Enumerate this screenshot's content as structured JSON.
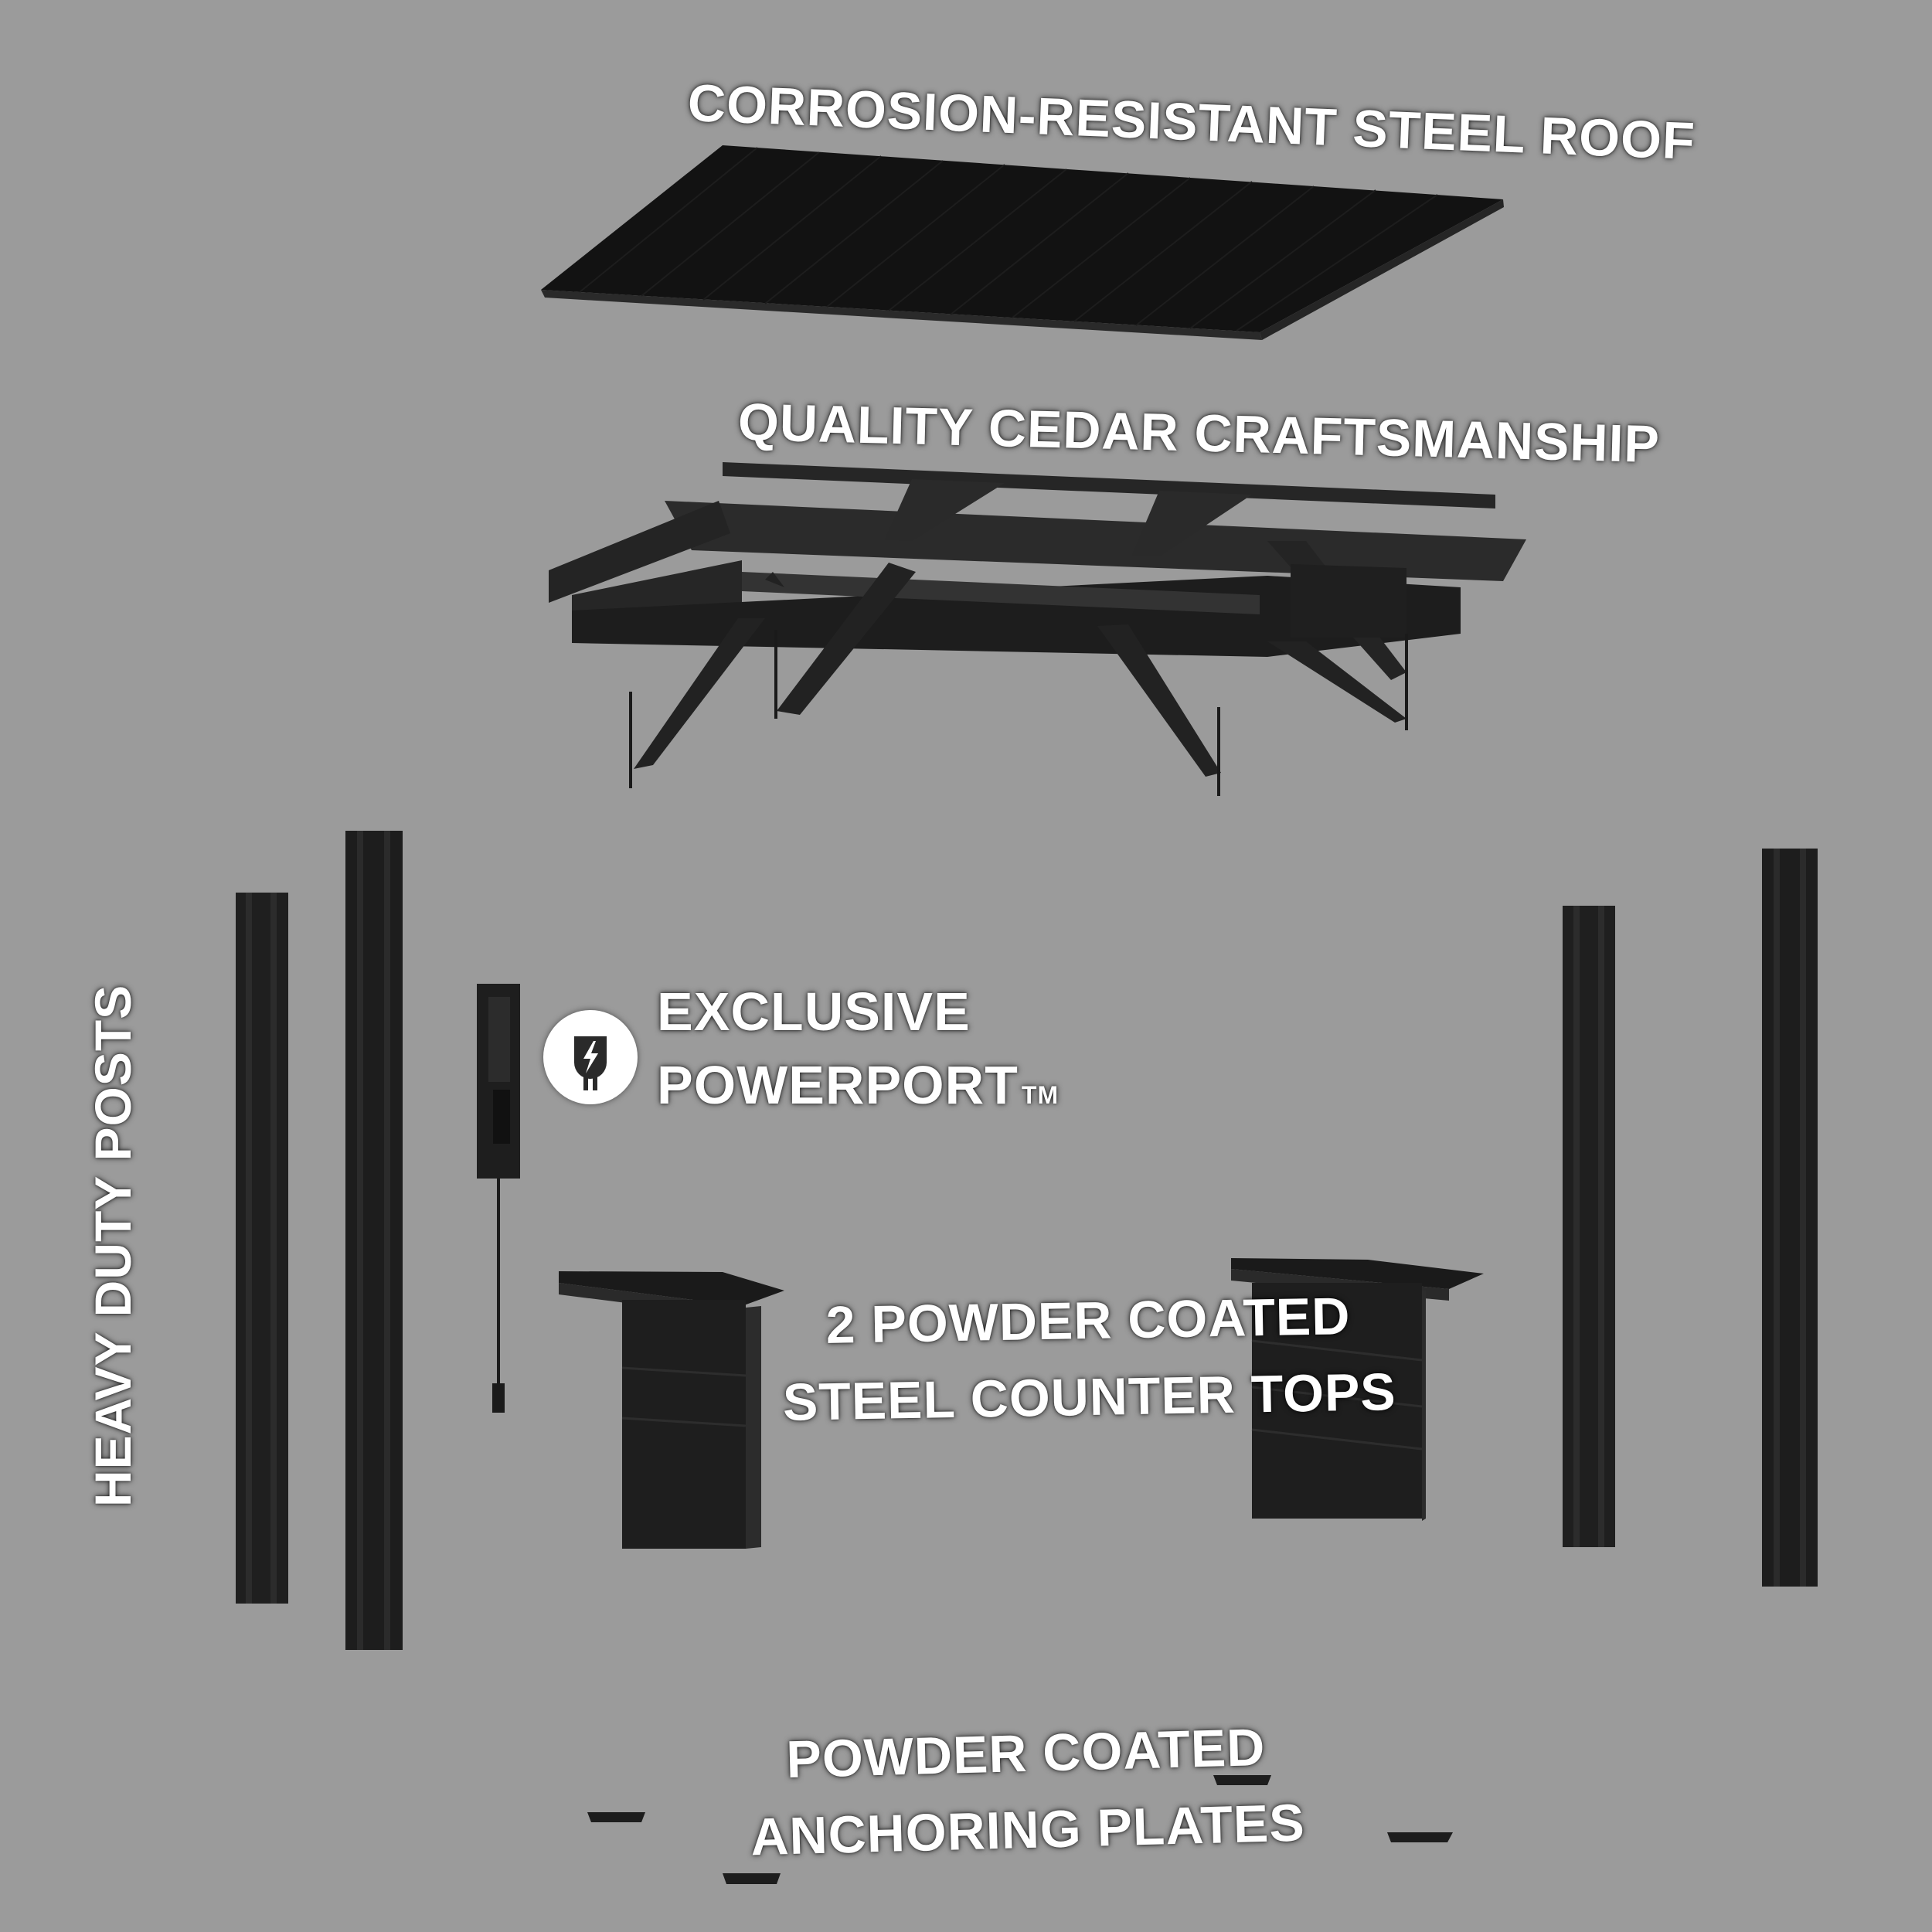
{
  "labels": {
    "roof": "CORROSION-RESISTANT STEEL ROOF",
    "cedar": "QUALITY CEDAR CRAFTSMANSHIP",
    "powerport_line1": "EXCLUSIVE",
    "powerport_line2": "POWERPORT",
    "powerport_tm": "TM",
    "counter_line1": "2 POWDER COATED",
    "counter_line2": "STEEL COUNTER TOPS",
    "posts": "HEAVY DUTY POSTS",
    "plates_line1": "POWDER COATED",
    "plates_line2": "ANCHORING PLATES"
  },
  "icons": {
    "powerport": "power-plug-bolt-icon"
  },
  "colors": {
    "background": "#9b9b9b",
    "part": "#1f1f1f",
    "part_edge": "#2e2e2e",
    "label": "#ffffff"
  }
}
